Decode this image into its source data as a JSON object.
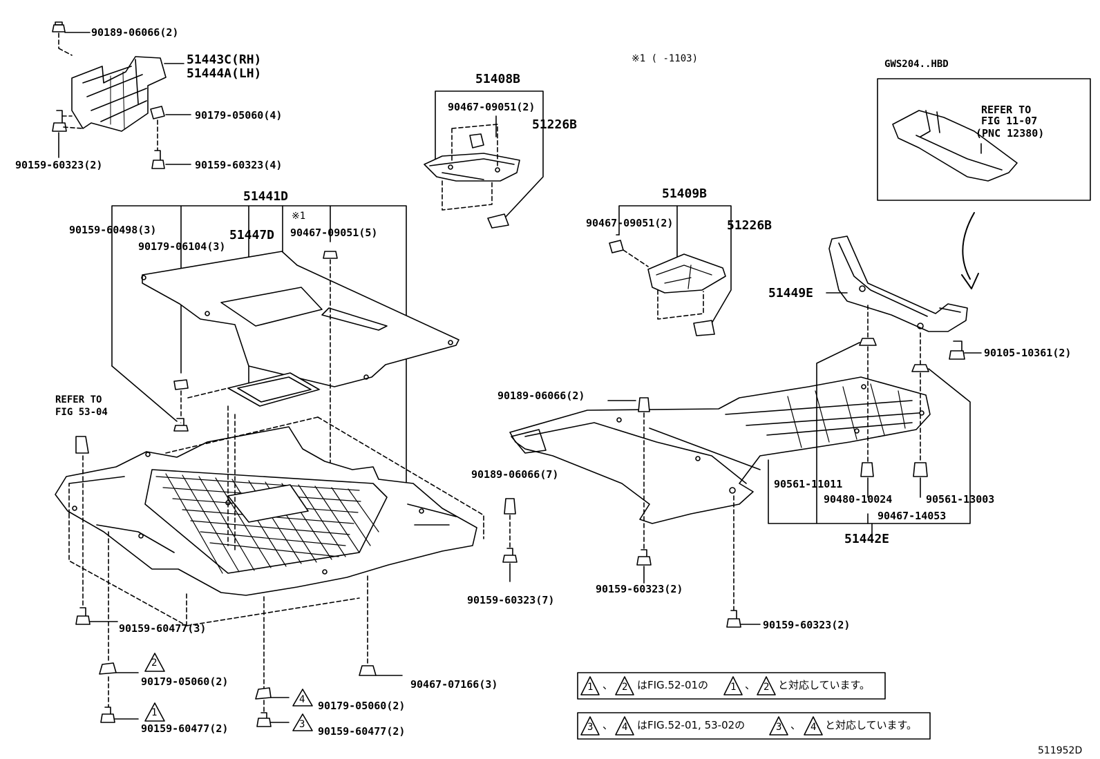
{
  "diagram_code": "511952D",
  "note_condition": "※1 (      -1103)",
  "variant_label": "GWS204..HBD",
  "inset_refer": [
    "REFER TO",
    "FIG 11-07",
    "(PNC 12380)"
  ],
  "refer_53": [
    "REFER TO",
    "FIG 53-04"
  ],
  "asterisk": "※1",
  "parts": {
    "p51443": "51443C(RH)",
    "p51444": "51444A(LH)",
    "p51441": "51441D",
    "p51447": "51447D",
    "p51408": "51408B",
    "p51409": "51409B",
    "p51226a": "51226B",
    "p51226b": "51226B",
    "p51449": "51449E",
    "p51442": "51442E"
  },
  "fasteners": {
    "f_90189_top": "90189-06066(2)",
    "f_90179_05060_4": "90179-05060(4)",
    "f_90159_60323_4": "90159-60323(4)",
    "f_90159_60323_2_left": "90159-60323(2)",
    "f_90159_60498": "90159-60498(3)",
    "f_90179_06104": "90179-06104(3)",
    "f_90467_09051_5": "90467-09051(5)",
    "f_90467_09051_2a": "90467-09051(2)",
    "f_90467_09051_2b": "90467-09051(2)",
    "f_90189_06066_7": "90189-06066(7)",
    "f_90159_60323_7": "90159-60323(7)",
    "f_90159_60477_3": "90159-60477(3)",
    "f_90179_05060_2a": "90179-05060(2)",
    "f_90159_60477_2a": "90159-60477(2)",
    "f_90179_05060_2b": "90179-05060(2)",
    "f_90159_60477_2b": "90159-60477(2)",
    "f_90467_07166": "90467-07166(3)",
    "f_90189_06066_2_right": "90189-06066(2)",
    "f_90159_60323_2_mid": "90159-60323(2)",
    "f_90159_60323_2_low": "90159-60323(2)",
    "f_90105_10361": "90105-10361(2)",
    "f_90561_11011": "90561-11011",
    "f_90480_10024": "90480-10024",
    "f_90561_13003": "90561-13003",
    "f_90467_14053": "90467-14053"
  },
  "triangle_marks": [
    "1",
    "2",
    "3",
    "4"
  ],
  "notes": {
    "note1_mid1": "、",
    "note1_mid2": "はFIG.52-01の",
    "note1_mid3": "、",
    "note1_tail": "と対応しています。",
    "note2_mid1": "、",
    "note2_mid2": "はFIG.52-01, 53-02の",
    "note2_mid3": "、",
    "note2_tail": "と対応しています。"
  }
}
